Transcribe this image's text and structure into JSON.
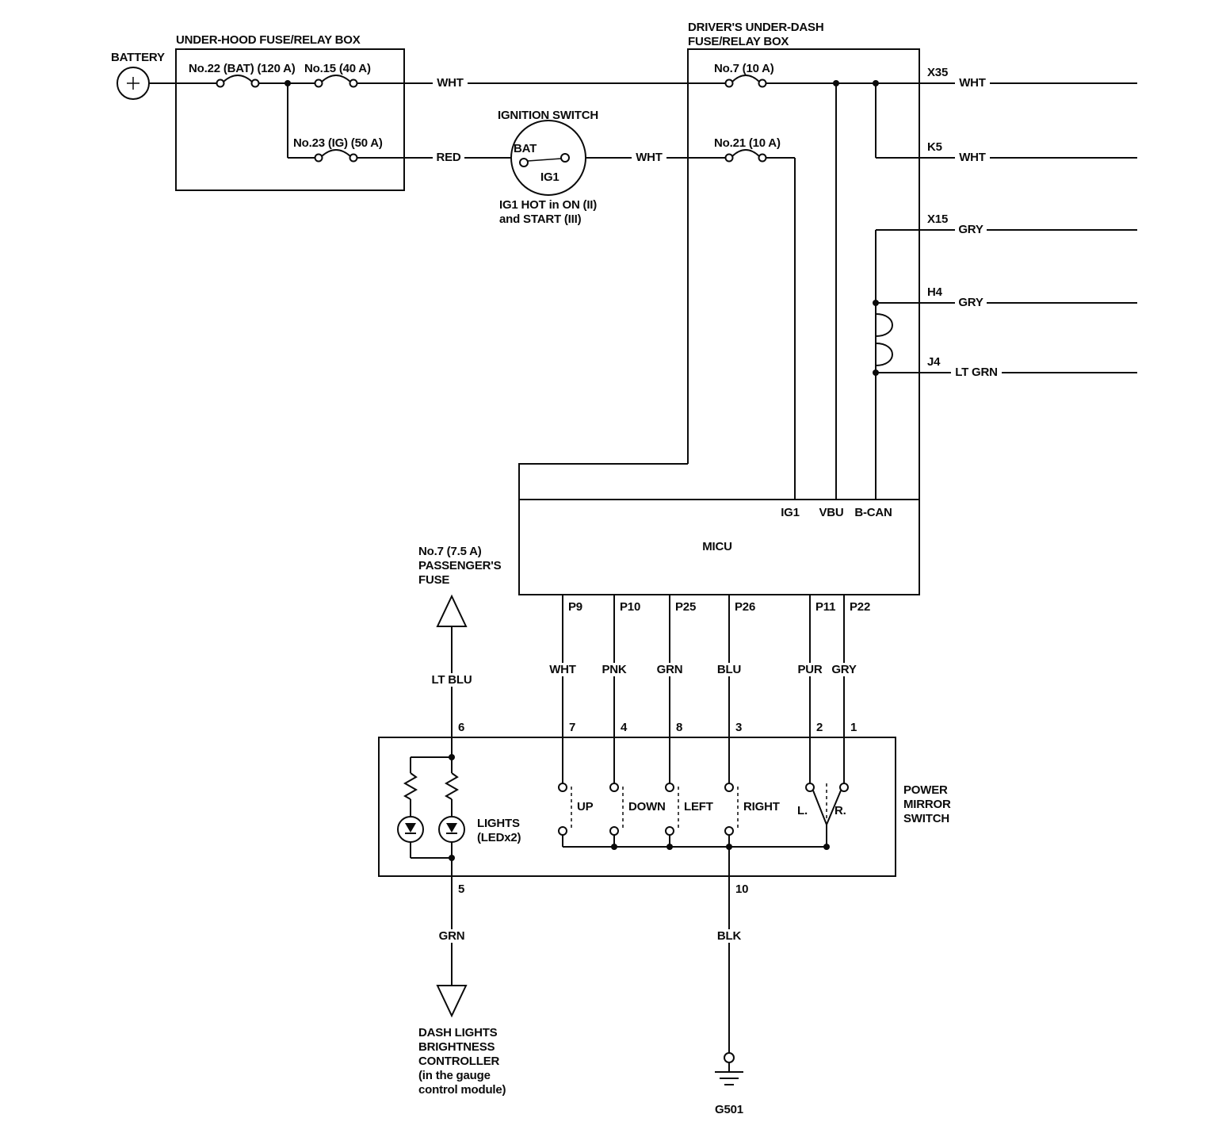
{
  "diagram": {
    "battery": {
      "label": "BATTERY"
    },
    "underhood_box": {
      "title": "UNDER-HOOD FUSE/RELAY BOX",
      "fuse22": "No.22 (BAT) (120 A)",
      "fuse15": "No.15 (40 A)",
      "fuse23": "No.23 (IG) (50 A)"
    },
    "wires": {
      "wht_main": "WHT",
      "red_ig": "RED",
      "wht_ign_out": "WHT"
    },
    "ignition": {
      "title": "IGNITION SWITCH",
      "bat": "BAT",
      "ig1": "IG1",
      "note1": "IG1 HOT in ON (II)",
      "note2": "and START (III)"
    },
    "underdash_box": {
      "title1": "DRIVER'S UNDER-DASH",
      "title2": "FUSE/RELAY BOX",
      "fuse7": "No.7 (10 A)",
      "fuse21": "No.21 (10 A)"
    },
    "connectors": [
      {
        "id": "X35",
        "wire": "WHT"
      },
      {
        "id": "K5",
        "wire": "WHT"
      },
      {
        "id": "X15",
        "wire": "GRY"
      },
      {
        "id": "H4",
        "wire": "GRY"
      },
      {
        "id": "J4",
        "wire": "LT GRN"
      }
    ],
    "micu": {
      "name": "MICU",
      "top_pins": [
        "IG1",
        "VBU",
        "B-CAN"
      ],
      "bottom_pins": [
        {
          "pin": "P9",
          "wire": "WHT",
          "sw_pin": "7",
          "function": "UP"
        },
        {
          "pin": "P10",
          "wire": "PNK",
          "sw_pin": "4",
          "function": "DOWN"
        },
        {
          "pin": "P25",
          "wire": "GRN",
          "sw_pin": "8",
          "function": "LEFT"
        },
        {
          "pin": "P26",
          "wire": "BLU",
          "sw_pin": "3",
          "function": "RIGHT"
        },
        {
          "pin": "P11",
          "wire": "PUR",
          "sw_pin": "2",
          "function": "L."
        },
        {
          "pin": "P22",
          "wire": "GRY",
          "sw_pin": "1",
          "function": "R."
        }
      ]
    },
    "passenger_fuse": {
      "line1": "No.7 (7.5 A)",
      "line2": "PASSENGER'S",
      "line3": "FUSE",
      "wire": "LT BLU",
      "pin": "6"
    },
    "mirror_switch": {
      "title1": "POWER",
      "title2": "MIRROR",
      "title3": "SWITCH",
      "lights1": "LIGHTS",
      "lights2": "(LEDx2)",
      "pin_lights_out": "5",
      "wire_lights_out": "GRN",
      "pin_ground": "10",
      "wire_ground": "BLK"
    },
    "dash_controller": {
      "line1": "DASH LIGHTS",
      "line2": "BRIGHTNESS",
      "line3": "CONTROLLER",
      "line4": "(in the gauge",
      "line5": "control module)"
    },
    "ground": {
      "label": "G501"
    }
  }
}
